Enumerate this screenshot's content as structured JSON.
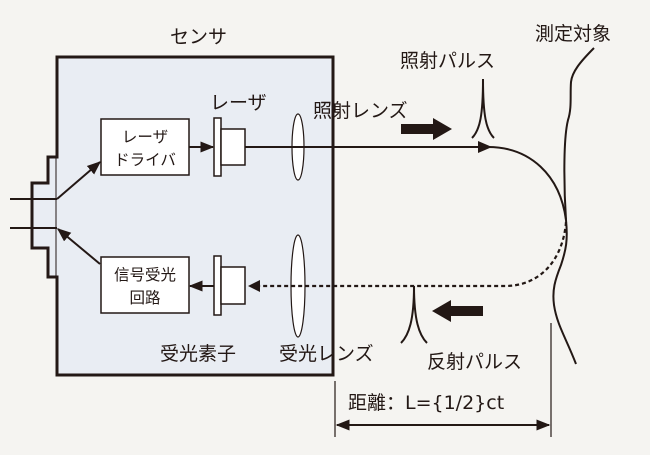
{
  "colors": {
    "background": "#f5f4f1",
    "sensor_fill": "#e9edf3",
    "ink": "#231815",
    "white": "#ffffff"
  },
  "labels": {
    "sensor": "センサ",
    "laser": "レーザ",
    "laser_driver_line1": "レーザ",
    "laser_driver_line2": "ドライバ",
    "receiver_circuit_line1": "信号受光",
    "receiver_circuit_line2": "回路",
    "light_receiving_element": "受光素子",
    "receiving_lens": "受光レンズ",
    "emitting_lens": "照射レンズ",
    "emitted_pulse": "照射パルス",
    "reflected_pulse": "反射パルス",
    "target": "測定対象",
    "distance_formula": "距離：L={1/2}ct"
  },
  "icons": {
    "connector": "connector-icon",
    "laser_diode": "laser-diode-icon",
    "photodiode": "photodiode-icon",
    "lens": "lens-icon",
    "pulse": "pulse-icon",
    "direction_arrow": "direction-arrow-icon"
  }
}
